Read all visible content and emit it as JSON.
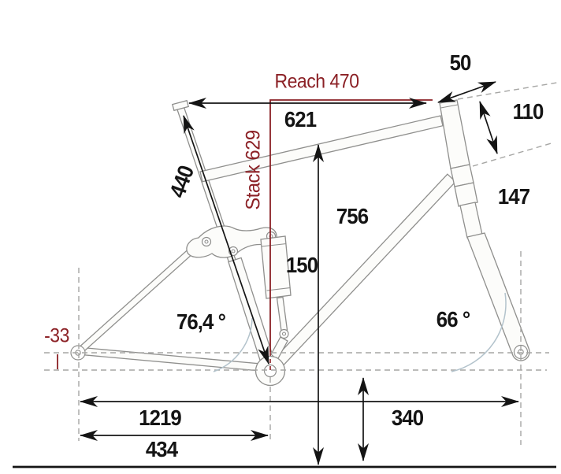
{
  "title": "Mountain bike frame geometry diagram",
  "colors": {
    "accent": "#8B2025",
    "dimension": "#141414",
    "frame": "#8F8F8D",
    "dash": "#A6A6A4",
    "arc": "#B3C3CC",
    "background": "#FFFFFF"
  },
  "labels": {
    "reach": "Reach 470",
    "stack": "Stack 629",
    "stem": "50",
    "head_tube": "110",
    "top_tube": "621",
    "fork": "147",
    "seat_tube": "440",
    "standover": "756",
    "shock": "150",
    "seat_tube_angle": "76,4 °",
    "head_tube_angle": "66 °",
    "bb_drop": "-33",
    "wheelbase": "1219",
    "chainstay": "434",
    "bb_height": "340"
  }
}
